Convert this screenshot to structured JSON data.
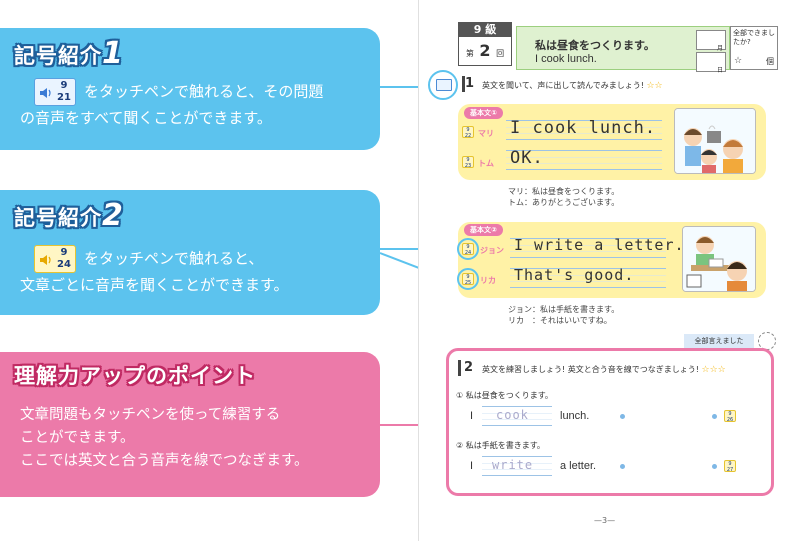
{
  "callouts": [
    {
      "title": "記号紹介",
      "number": "1",
      "icon_top": "9",
      "icon_bottom": "21",
      "line1": "をタッチペンで触れると、その問題",
      "line2": "の音声をすべて聞くことができます。"
    },
    {
      "title": "記号紹介",
      "number": "2",
      "icon_top": "9",
      "icon_bottom": "24",
      "line1": "をタッチペンで触れると、",
      "line2": "文章ごとに音声を聞くことができます。"
    },
    {
      "title": "理解力アップのポイント",
      "line1": "文章問題もタッチペンを使って練習する",
      "line2": "ことができます。",
      "line3": "ここでは英文と合う音声を線でつなぎます。"
    }
  ],
  "workbook": {
    "level": "9 級",
    "session_prefix": "第",
    "session_number": "2",
    "session_suffix": "回",
    "lesson_jp": "私は昼食をつくります。",
    "lesson_en": "I cook lunch.",
    "date_month": "月",
    "date_day": "日",
    "done_label": "全部できましたか?",
    "done_star": "☆",
    "done_count": "個",
    "section1_number": "1",
    "section1_instruction": "英文を聞いて、声に出して読んでみましょう!",
    "section1_stars": "☆☆",
    "basic1_tag": "基本文①",
    "basic1_lines": [
      {
        "speaker": "マリ",
        "icon": "9 22",
        "text": "I cook lunch."
      },
      {
        "speaker": "トム",
        "icon": "9 23",
        "text": "OK."
      }
    ],
    "basic1_translation": [
      "マリ：私は昼食をつくります。",
      "トム：ありがとうございます。"
    ],
    "basic2_tag": "基本文②",
    "basic2_lines": [
      {
        "speaker": "ジョン",
        "icon": "9 24",
        "text": "I write a letter."
      },
      {
        "speaker": "リカ",
        "icon": "9 25",
        "text": "That's good."
      }
    ],
    "basic2_translation": [
      "ジョン：私は手紙を書きます。",
      "リカ　：それはいいですね。"
    ],
    "all_said": "全部言えました",
    "section2_number": "2",
    "section2_instruction": "英文を練習しましょう! 英文と合う音を線でつなぎましょう!",
    "section2_stars": "☆☆☆",
    "q1_label": "① 私は昼食をつくります。",
    "q1_prefix": "I",
    "q1_trace": "cook",
    "q1_suffix": "lunch.",
    "q1_icon": "9 26",
    "q2_label": "② 私は手紙を書きます。",
    "q2_prefix": "I",
    "q2_trace": "write",
    "q2_suffix": "a letter.",
    "q2_icon": "9 27",
    "page_number": "—3—"
  }
}
